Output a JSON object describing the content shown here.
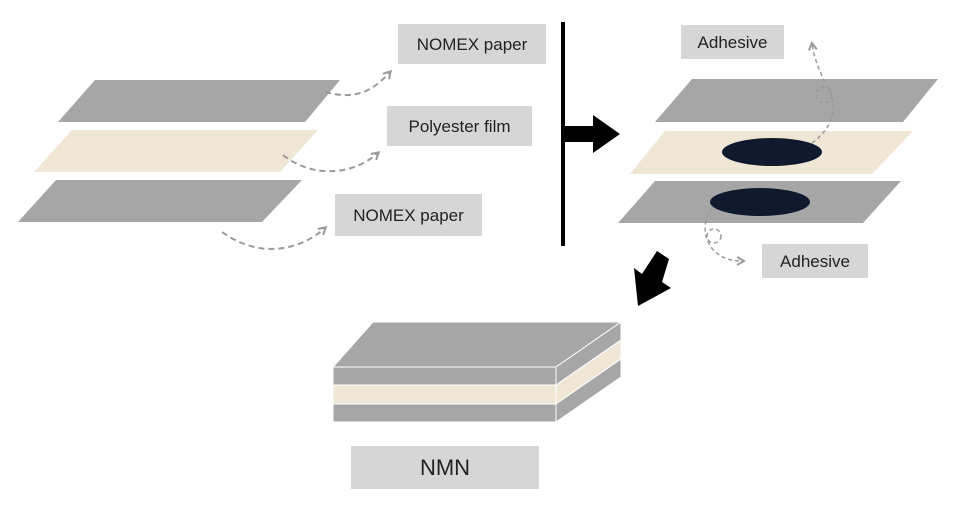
{
  "labels": {
    "top_left_nomex": "NOMEX paper",
    "polyester": "Polyester film",
    "bottom_left_nomex": "NOMEX paper",
    "adhesive_top": "Adhesive",
    "adhesive_bottom": "Adhesive",
    "result": "NMN"
  },
  "colors": {
    "nomex_gray": "#a6a6a6",
    "polyester_beige": "#efe6d6",
    "adhesive_navy": "#0f1a2e",
    "label_box": "#d6d6d6",
    "arrow": "#000000",
    "dashed_arrow": "#9a9a9a"
  }
}
